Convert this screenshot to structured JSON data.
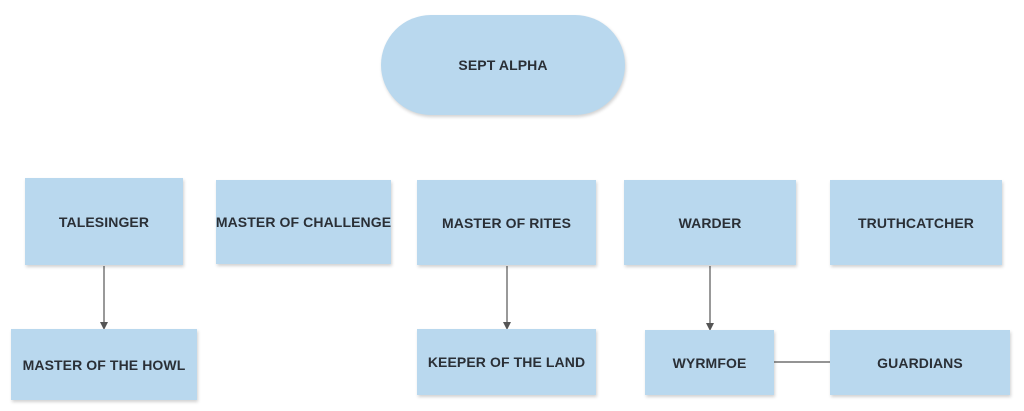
{
  "diagram": {
    "root": {
      "label": "SEPT ALPHA"
    },
    "nodes": {
      "talesinger": "TALESINGER",
      "master_of_challenge": "MASTER OF CHALLENGE",
      "master_of_rites": "MASTER OF RITES",
      "warder": "WARDER",
      "truthcatcher": "TRUTHCATCHER",
      "master_of_the_howl": "MASTER OF THE HOWL",
      "keeper_of_the_land": "KEEPER OF THE LAND",
      "wyrmfoe": "WYRMFOE",
      "guardians": "GUARDIANS"
    },
    "edges": [
      {
        "from": "TALESINGER",
        "to": "MASTER OF THE HOWL",
        "type": "arrow"
      },
      {
        "from": "MASTER OF RITES",
        "to": "KEEPER OF THE LAND",
        "type": "arrow"
      },
      {
        "from": "WARDER",
        "to": "WYRMFOE",
        "type": "arrow"
      },
      {
        "from": "WYRMFOE",
        "to": "GUARDIANS",
        "type": "line"
      }
    ],
    "colors": {
      "node_fill": "#b9d8ee",
      "connector": "#555555",
      "text": "#2a2f36"
    }
  }
}
